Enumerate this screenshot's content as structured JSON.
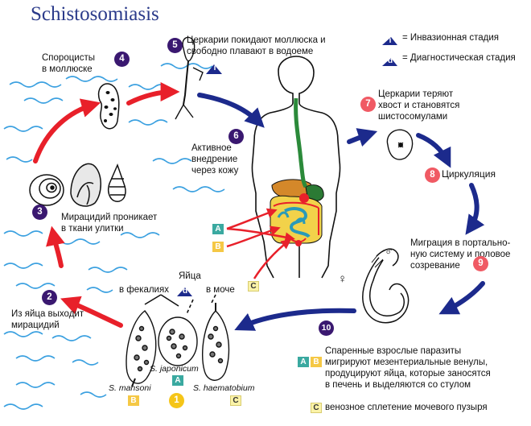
{
  "title": "Schistosomiasis",
  "legend": {
    "i_mark": "i",
    "i_label": "= Инвазионная стадия",
    "d_mark": "d",
    "d_label": "= Диагностическая стадия"
  },
  "stages": {
    "s1": {
      "num": "1"
    },
    "s2": {
      "num": "2",
      "text": [
        "Из яйца выходит",
        "мирацидий"
      ]
    },
    "s3": {
      "num": "3",
      "text": [
        "Мирацидий проникает",
        "в ткани улитки"
      ]
    },
    "s4": {
      "num": "4",
      "text": [
        "Спороцисты",
        "в моллюске"
      ]
    },
    "s5": {
      "num": "5",
      "text": [
        "Церкарии покидают моллюска и",
        "свободно плавают в водоеме"
      ]
    },
    "s6": {
      "num": "6",
      "text": [
        "Активное",
        "внедрение",
        "через кожу"
      ]
    },
    "s7": {
      "num": "7",
      "text": [
        "Церкарии теряют",
        "хвост и становятся",
        "шистосомулами"
      ]
    },
    "s8": {
      "num": "8",
      "text": "Циркуляция"
    },
    "s9": {
      "num": "9",
      "text": [
        "Миграция в портально-",
        "ную систему и половое",
        "созревание"
      ]
    },
    "s10": {
      "num": "10",
      "text": [
        "Спаренные взрослые паразиты",
        "мигрируют мезентериальные венулы,",
        "продуцируют яйца, которые заносятся",
        "в печень и выделяются со стулом"
      ]
    }
  },
  "eggs": {
    "label": "Яйца",
    "feces": "в фекалиях",
    "urine": "в моче",
    "species": [
      "S. mansoni",
      "S. japonicum",
      "S. haematobium"
    ]
  },
  "site_labels": {
    "A": "A",
    "B": "B",
    "C": "C"
  },
  "footnote_c": "венозное сплетение мочевого пузыря",
  "symbols": {
    "male": "♂",
    "female": "♀"
  },
  "colors": {
    "dark_badge": "#3a1870",
    "pink_badge": "#f05a64",
    "arrow_red": "#e8202a",
    "arrow_blue": "#1c2a8c",
    "water": "#3aa0e0"
  }
}
